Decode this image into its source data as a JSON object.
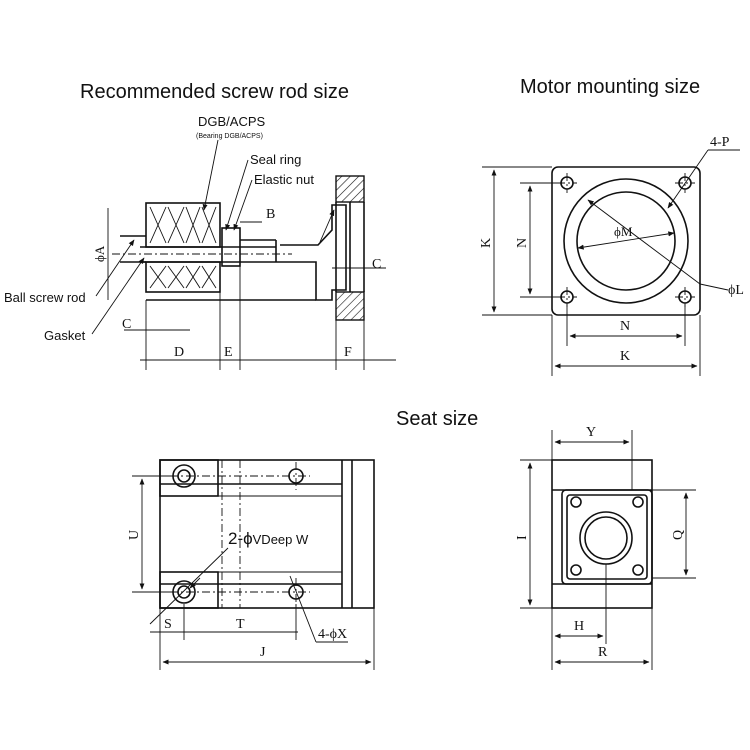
{
  "titles": {
    "screw_rod": "Recommended screw rod size",
    "motor": "Motor mounting size",
    "seat": "Seat size"
  },
  "screw_rod": {
    "bearing": "DGB/ACPS",
    "bearing_sub": "(Bearing DGB/ACPS)",
    "seal_ring": "Seal ring",
    "elastic_nut": "Elastic nut",
    "ball_screw_rod": "Ball screw rod",
    "gasket": "Gasket",
    "dims": {
      "A": "ϕA",
      "B": "B",
      "C_left": "C",
      "C_right": "C",
      "D": "D",
      "E": "E",
      "F": "F"
    }
  },
  "motor": {
    "dims": {
      "P": "4-P",
      "K_vert": "K",
      "N_vert": "N",
      "M": "ϕM",
      "L": "ϕL",
      "N_horiz": "N",
      "K_horiz": "K"
    }
  },
  "seat_front": {
    "callout_prefix": "2-ϕ",
    "callout_rest": "VDeep W",
    "dims": {
      "U": "U",
      "S": "S",
      "T": "T",
      "X": "4-ϕX",
      "J": "J"
    }
  },
  "seat_side": {
    "dims": {
      "Y": "Y",
      "I": "I",
      "Q": "Q",
      "H": "H",
      "R": "R"
    }
  }
}
